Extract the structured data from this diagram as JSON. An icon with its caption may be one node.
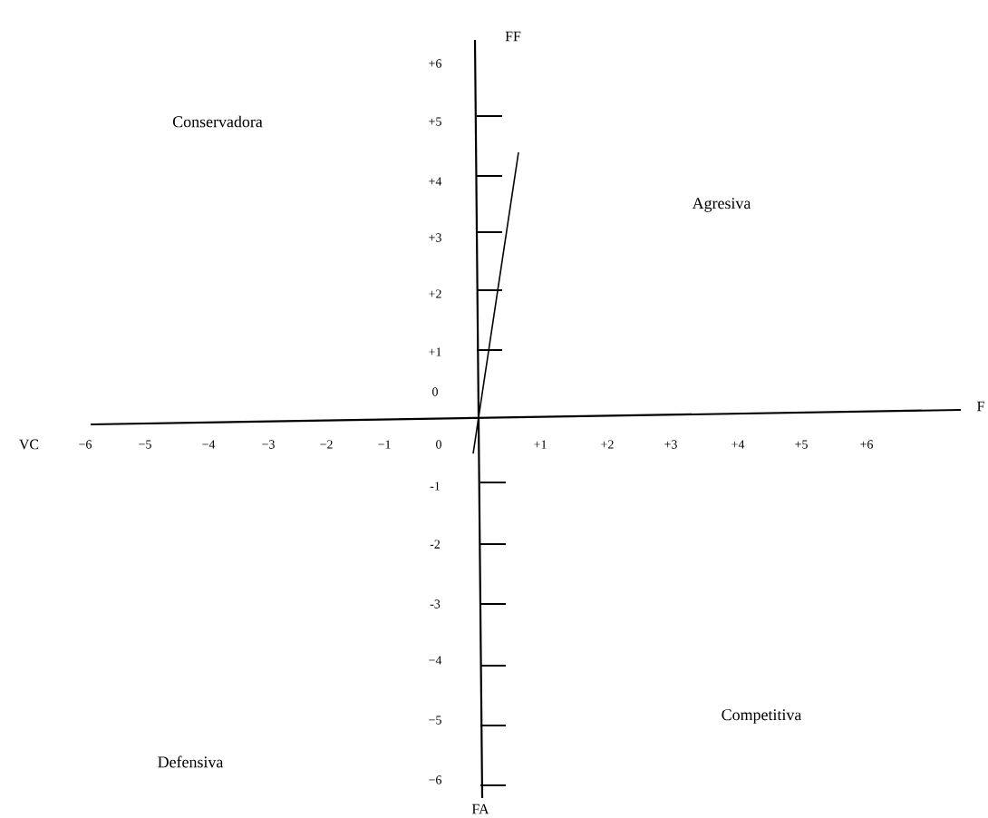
{
  "diagram": {
    "labels": [
      "Conservadora",
      "Agresiva",
      "Competitiva",
      "Defensiva",
      "FF",
      "FA",
      "VC",
      "F",
      "−6",
      "−5",
      "−4",
      "−3",
      "−2",
      "−1",
      "0",
      "+1",
      "+2",
      "+3",
      "+4",
      "+5",
      "+6",
      "+6",
      "+5",
      "+4",
      "+3",
      "+2",
      "+1",
      "0",
      "-1",
      "-2",
      "-3",
      "−4",
      "−5",
      "−6"
    ]
  }
}
